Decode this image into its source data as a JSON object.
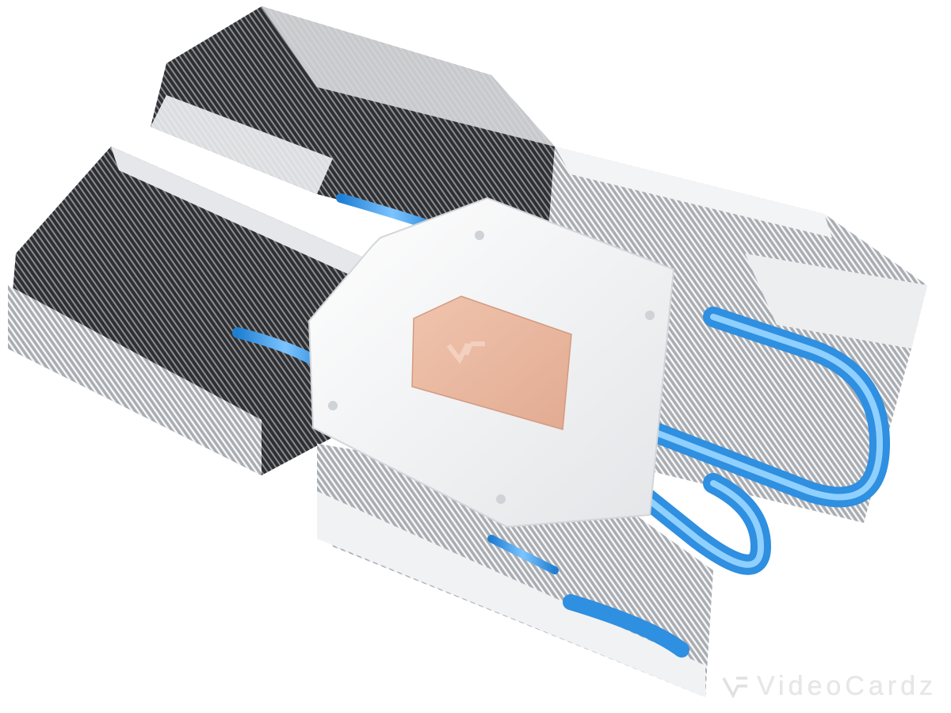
{
  "product": {
    "subject": "graphics-card-heatsink",
    "components": [
      "fin-stack-top-left",
      "fin-stack-mid-left",
      "fin-stack-right",
      "fin-stack-bottom",
      "mounting-plate",
      "copper-contact-pad",
      "heat-pipes"
    ]
  },
  "colors": {
    "background": "#ffffff",
    "fins_dark": "#3a3b3e",
    "fins_light": "#c9cbcf",
    "plate": "#eef0f2",
    "copper": "#e8b8a0",
    "heatpipe": "#3d9de8",
    "watermark": "#e7e7e7"
  },
  "watermark": {
    "text": "VideoCardz",
    "logo_icon": "videocardz-logo-icon"
  }
}
